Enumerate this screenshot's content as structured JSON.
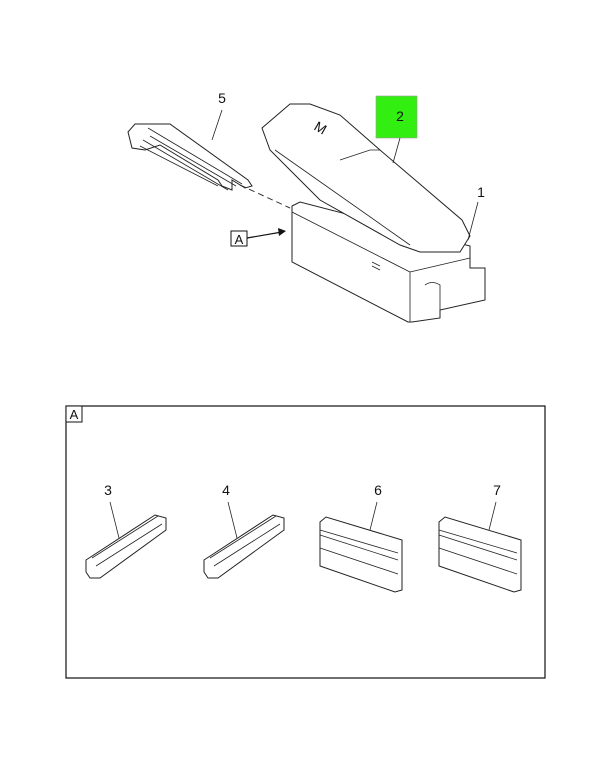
{
  "diagram": {
    "callouts": {
      "c1": "1",
      "c2": "2",
      "c3": "3",
      "c4": "4",
      "c5": "5",
      "c6": "6",
      "c7": "7"
    },
    "view_label": "A",
    "detail_label": "A",
    "cover_mark": "M",
    "highlight_color": "#33ee11"
  }
}
